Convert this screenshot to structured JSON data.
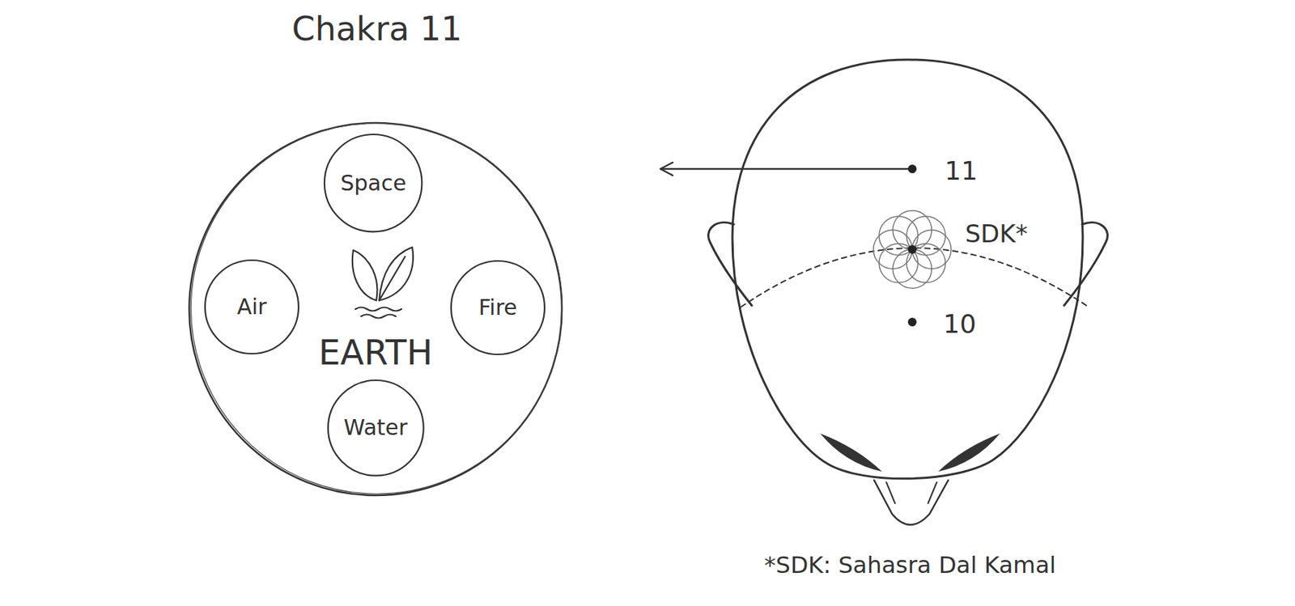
{
  "diagram": {
    "title": "Chakra 11",
    "caption": "*SDK: Sahasra Dal Kamal",
    "nodes": [
      {
        "text": [
          "EARTH"
        ]
      },
      {
        "text": [
          "Space"
        ],
        "in": 0
      },
      {
        "text": [
          "Air"
        ],
        "in": 0
      },
      {
        "text": [
          "Fire"
        ],
        "in": 0
      },
      {
        "text": [
          "Water"
        ],
        "in": 0
      }
    ],
    "labels": [
      "11",
      "SDK*",
      "10"
    ]
  }
}
